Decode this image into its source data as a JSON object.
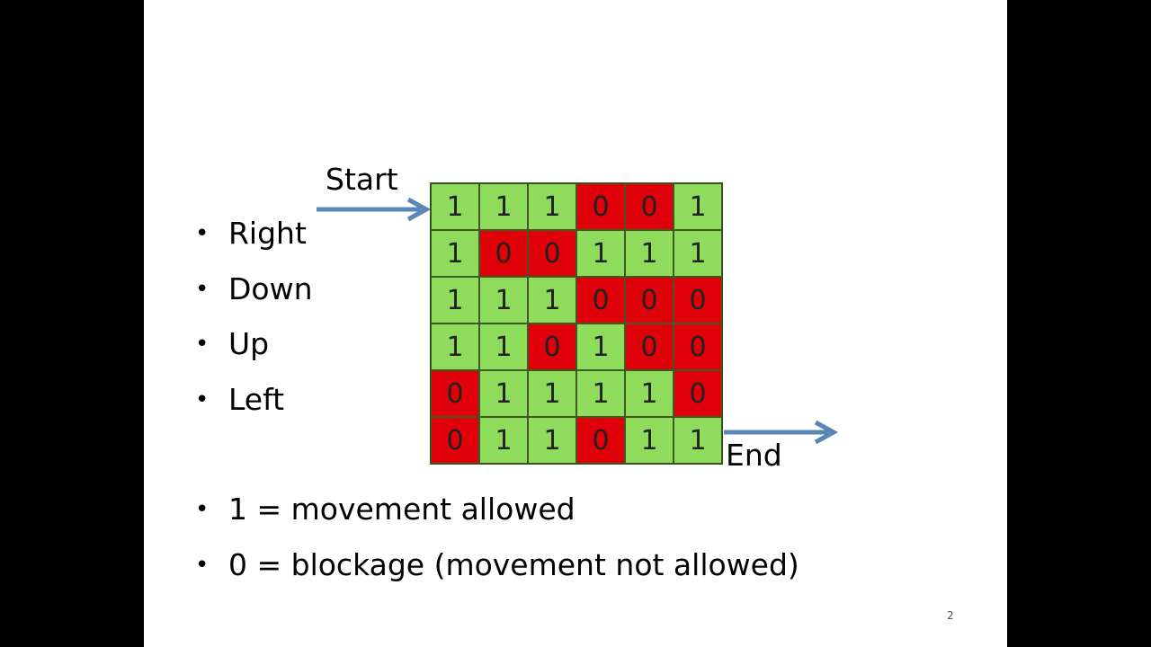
{
  "bullets_directions": [
    "Right",
    "Down",
    "Up",
    "Left"
  ],
  "grid": [
    [
      "1",
      "1",
      "1",
      "0",
      "0",
      "1"
    ],
    [
      "1",
      "0",
      "0",
      "1",
      "1",
      "1"
    ],
    [
      "1",
      "1",
      "1",
      "0",
      "0",
      "0"
    ],
    [
      "1",
      "1",
      "0",
      "1",
      "0",
      "0"
    ],
    [
      "0",
      "1",
      "1",
      "1",
      "1",
      "0"
    ],
    [
      "0",
      "1",
      "1",
      "0",
      "1",
      "1"
    ]
  ],
  "colors": {
    "allowed": "#8fdc5c",
    "blocked": "#e0000a",
    "arrow": "#5b87b8"
  },
  "labels": {
    "start": "Start",
    "end": "End"
  },
  "bullets_legend": [
    "1 = movement allowed",
    "0 = blockage (movement not allowed)"
  ],
  "page_number": "2"
}
